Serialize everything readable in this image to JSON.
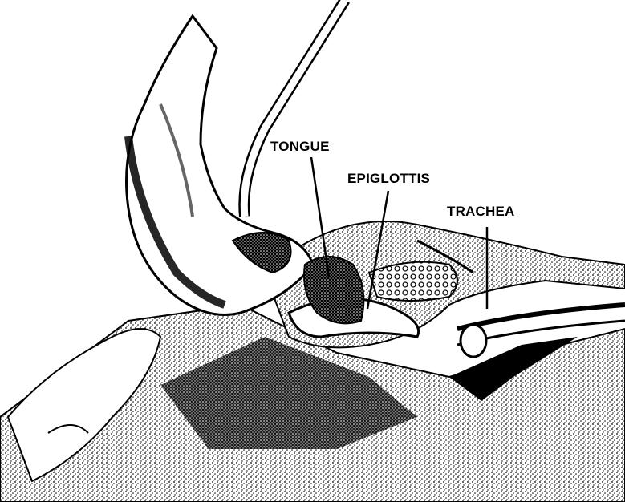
{
  "labels": {
    "tongue": "TONGUE",
    "epiglottis": "EPIGLOTTIS",
    "trachea": "TRACHEA"
  },
  "colors": {
    "ink": "#000000",
    "paper": "#ffffff"
  }
}
